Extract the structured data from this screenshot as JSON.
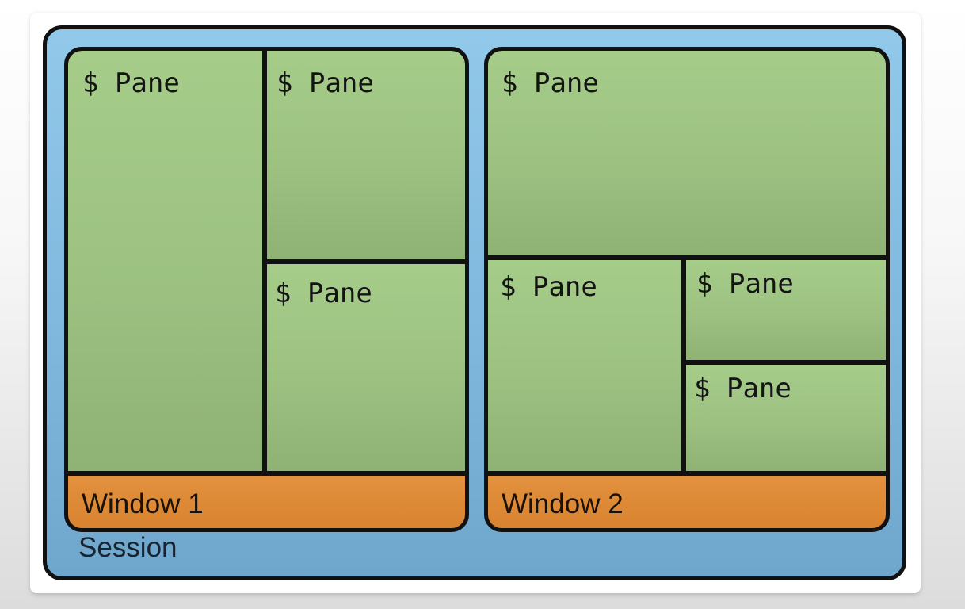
{
  "session": {
    "label": "Session"
  },
  "windows": [
    {
      "label": "Window 1",
      "panes": [
        {
          "prompt": "$",
          "label": "Pane"
        },
        {
          "prompt": "$",
          "label": "Pane"
        },
        {
          "prompt": "$",
          "label": "Pane"
        }
      ]
    },
    {
      "label": "Window 2",
      "panes": [
        {
          "prompt": "$",
          "label": "Pane"
        },
        {
          "prompt": "$",
          "label": "Pane"
        },
        {
          "prompt": "$",
          "label": "Pane"
        },
        {
          "prompt": "$",
          "label": "Pane"
        }
      ]
    }
  ],
  "colors": {
    "session_fill": "#8ec3e6",
    "pane_fill": "#a2c787",
    "window_bar_fill": "#df8b39",
    "border": "#111111"
  }
}
